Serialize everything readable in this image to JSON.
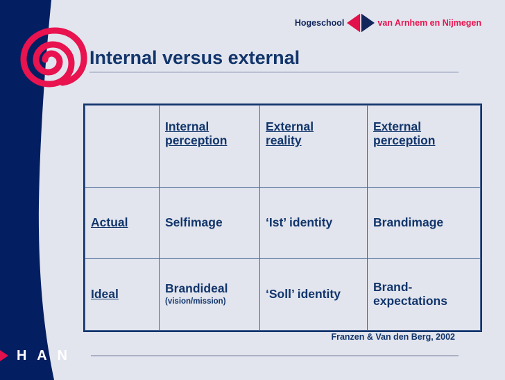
{
  "slide": {
    "title": "Internal versus external",
    "citation": "Franzen & Van den Berg, 2002",
    "colors": {
      "background": "#e2e5ee",
      "navy": "#041e62",
      "title_navy": "#12356b",
      "accent_red": "#e8134f",
      "rule_gray": "#b9bfd2",
      "table_border": "#4a6694"
    }
  },
  "brand_logo": {
    "left_word": "Hogeschool",
    "right_word": "van Arnhem en Nijmegen",
    "diamond_left_color": "#e2104b",
    "diamond_right_color": "#12265c"
  },
  "han_mark": {
    "label": "H A N",
    "arrow_color": "#e2104b"
  },
  "table": {
    "columns": [
      "",
      "Internal perception",
      "External reality",
      "External perception"
    ],
    "header": {
      "corner": "",
      "col1_line1": "Internal",
      "col1_line2": "perception",
      "col2_line1": "External",
      "col2_line2": "reality",
      "col3_line1": "External",
      "col3_line2": "perception"
    },
    "rows": [
      {
        "label": "Actual",
        "cells": [
          {
            "main": "Selfimage",
            "note": ""
          },
          {
            "main": "‘Ist’ identity",
            "note": ""
          },
          {
            "main": "Brandimage",
            "note": ""
          }
        ]
      },
      {
        "label": "Ideal",
        "cells": [
          {
            "main": "Brandideal",
            "note": "(vision/mission)"
          },
          {
            "main": "‘Soll’ identity",
            "note": ""
          },
          {
            "main": "Brand-expectations",
            "note": ""
          }
        ]
      }
    ]
  }
}
